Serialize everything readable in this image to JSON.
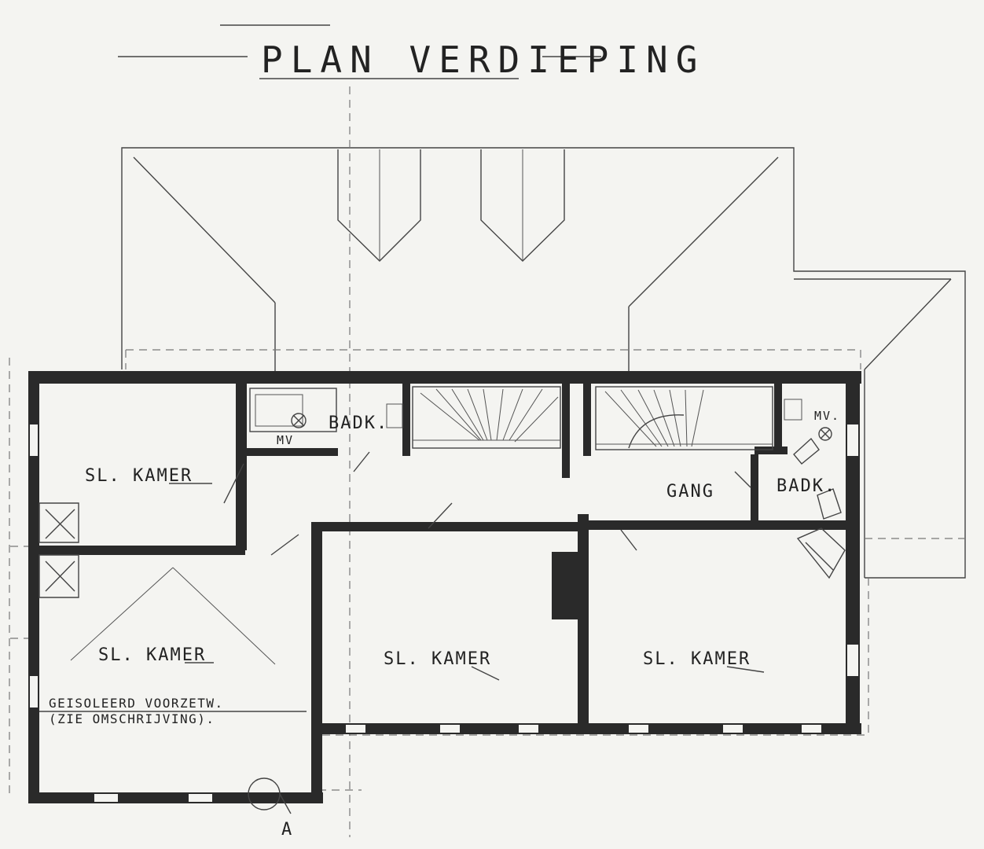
{
  "drawing": {
    "title": "PLAN VERDIEPING",
    "rooms": {
      "bedroom_top_left": "SL. KAMER",
      "bedroom_bottom_left": "SL. KAMER",
      "bedroom_middle": "SL. KAMER",
      "bedroom_right": "SL. KAMER",
      "bathroom_left": "BADK.",
      "bathroom_right": "BADK.",
      "corridor": "GANG"
    },
    "labels": {
      "mv_left": "MV",
      "mv_right": "MV.",
      "section_marker": "A"
    },
    "note": {
      "line1": "GEISOLEERD VOORZETW.",
      "line2": "(ZIE OMSCHRIJVING)."
    }
  }
}
